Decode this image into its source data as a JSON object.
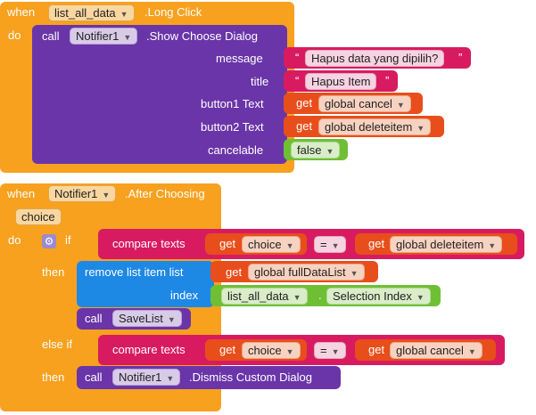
{
  "event1": {
    "when": "when",
    "component": "list_all_data",
    "event": ".Long Click",
    "do": "do",
    "call": "call",
    "notifier": "Notifier1",
    "method": ".Show Choose Dialog",
    "params": {
      "message": "message",
      "title": "title",
      "button1": "button1 Text",
      "button2": "button2 Text",
      "cancelable": "cancelable"
    },
    "values": {
      "message": "Hapus data yang dipilih?",
      "title": "Hapus Item",
      "get1": "get",
      "button1_var": "global cancel",
      "get2": "get",
      "button2_var": "global deleteitem",
      "cancelable": "false"
    },
    "quote_open": "“",
    "quote_close": "”"
  },
  "event2": {
    "when": "when",
    "component": "Notifier1",
    "event": ".After Choosing",
    "param": "choice",
    "do": "do",
    "if": "if",
    "then": "then",
    "else_if": "else if",
    "then2": "then",
    "compare1": {
      "label": "compare texts",
      "get_left": "get",
      "left": "choice",
      "op": "=",
      "get_right": "get",
      "right": "global deleteitem"
    },
    "remove": {
      "label": "remove list item  list",
      "get": "get",
      "list": "global fullDataList",
      "index_label": "index",
      "component": "list_all_data",
      "dot": ".",
      "property": "Selection Index"
    },
    "call_savelist": {
      "call": "call",
      "procedure": "SaveList"
    },
    "compare2": {
      "label": "compare texts",
      "get_left": "get",
      "left": "choice",
      "op": "=",
      "get_right": "get",
      "right": "global cancel"
    },
    "dismiss": {
      "call": "call",
      "notifier": "Notifier1",
      "method": ".Dismiss Custom Dialog"
    }
  },
  "colors": {
    "event": "#f7a11f",
    "component": "#6a35a8",
    "text": "#d81b60",
    "variable": "#e84e1b",
    "logic": "#6fbf35",
    "list": "#1e88e5"
  },
  "icons": {
    "mutator": "gear-icon",
    "dropdown": "caret-down-icon"
  }
}
